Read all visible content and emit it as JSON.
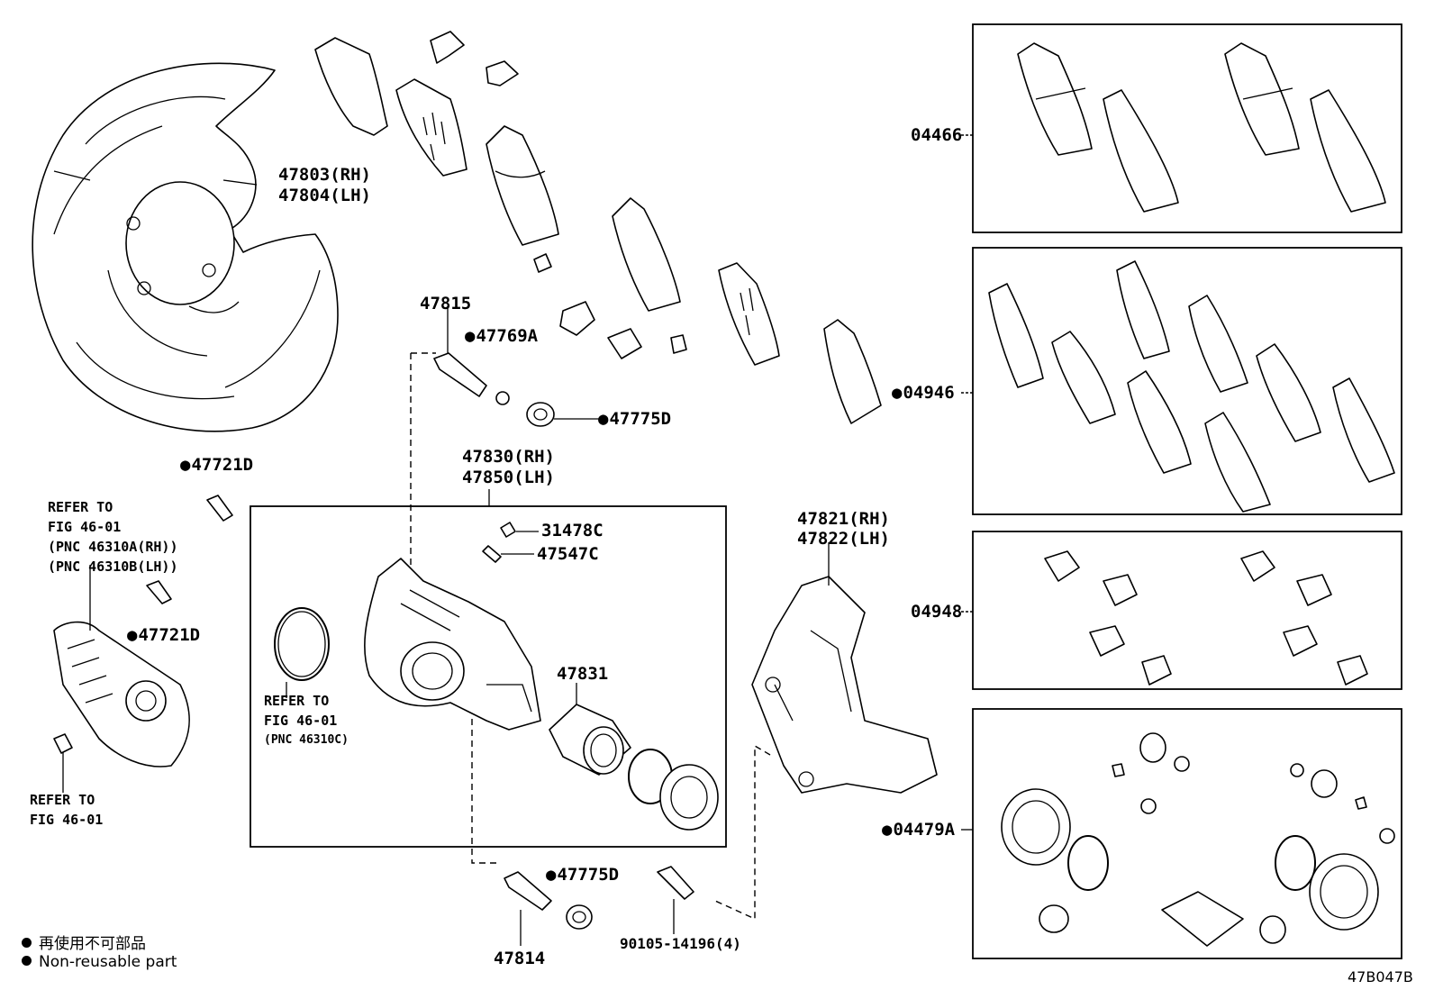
{
  "diagram_code": "47B047B",
  "callouts": {
    "p47803": "47803(RH)",
    "p47804": "47804(LH)",
    "p47721d_a": "47721D",
    "p47721d_b": "47721D",
    "refer_motor": [
      "REFER TO",
      "FIG 46-01",
      "(PNC 46310A(RH))",
      "(PNC 46310B(LH))"
    ],
    "refer_bottom": [
      "REFER TO",
      "FIG 46-01"
    ],
    "p47815": "47815",
    "p47769a": "47769A",
    "p47775d_a": "47775D",
    "p47775d_b": "47775D",
    "p47830": "47830(RH)",
    "p47850": "47850(LH)",
    "p31478c": "31478C",
    "p47547c": "47547C",
    "refer_seal": [
      "REFER TO",
      "FIG 46-01",
      "(PNC 46310C)"
    ],
    "p47831": "47831",
    "p47821": "47821(RH)",
    "p47822": "47822(LH)",
    "p47814": "47814",
    "p90105": "90105-14196(4)",
    "k04466": "04466",
    "k04946": "04946",
    "k04948": "04948",
    "k04479a": "04479A"
  },
  "legend": {
    "line1": "再使用不可部品",
    "line2": "Non-reusable part"
  }
}
